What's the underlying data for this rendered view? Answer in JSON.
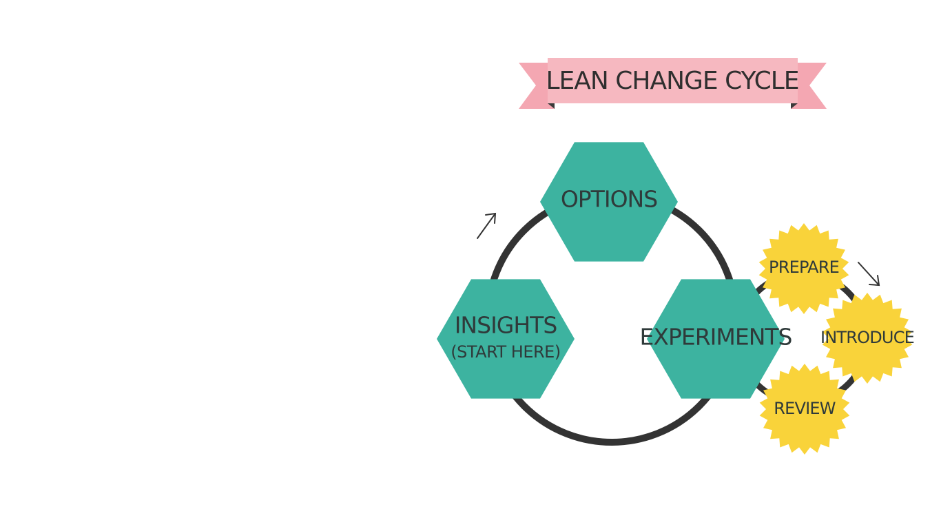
{
  "diagram": {
    "title": "LEAN CHANGE CYCLE",
    "hexagons": {
      "options": "OPTIONS",
      "insights": "INSIGHTS",
      "insights_sub": "(START HERE)",
      "experiments": "EXPERIMENTS"
    },
    "badges": {
      "prepare": "PREPARE",
      "introduce": "INTRODUCE",
      "review": "REVIEW"
    },
    "colors": {
      "hexagon": "#3db3a0",
      "badge": "#f9d33a",
      "banner": "#f6b8c0",
      "banner_tail": "#f4a7b2",
      "cycle_line": "#333333"
    }
  }
}
